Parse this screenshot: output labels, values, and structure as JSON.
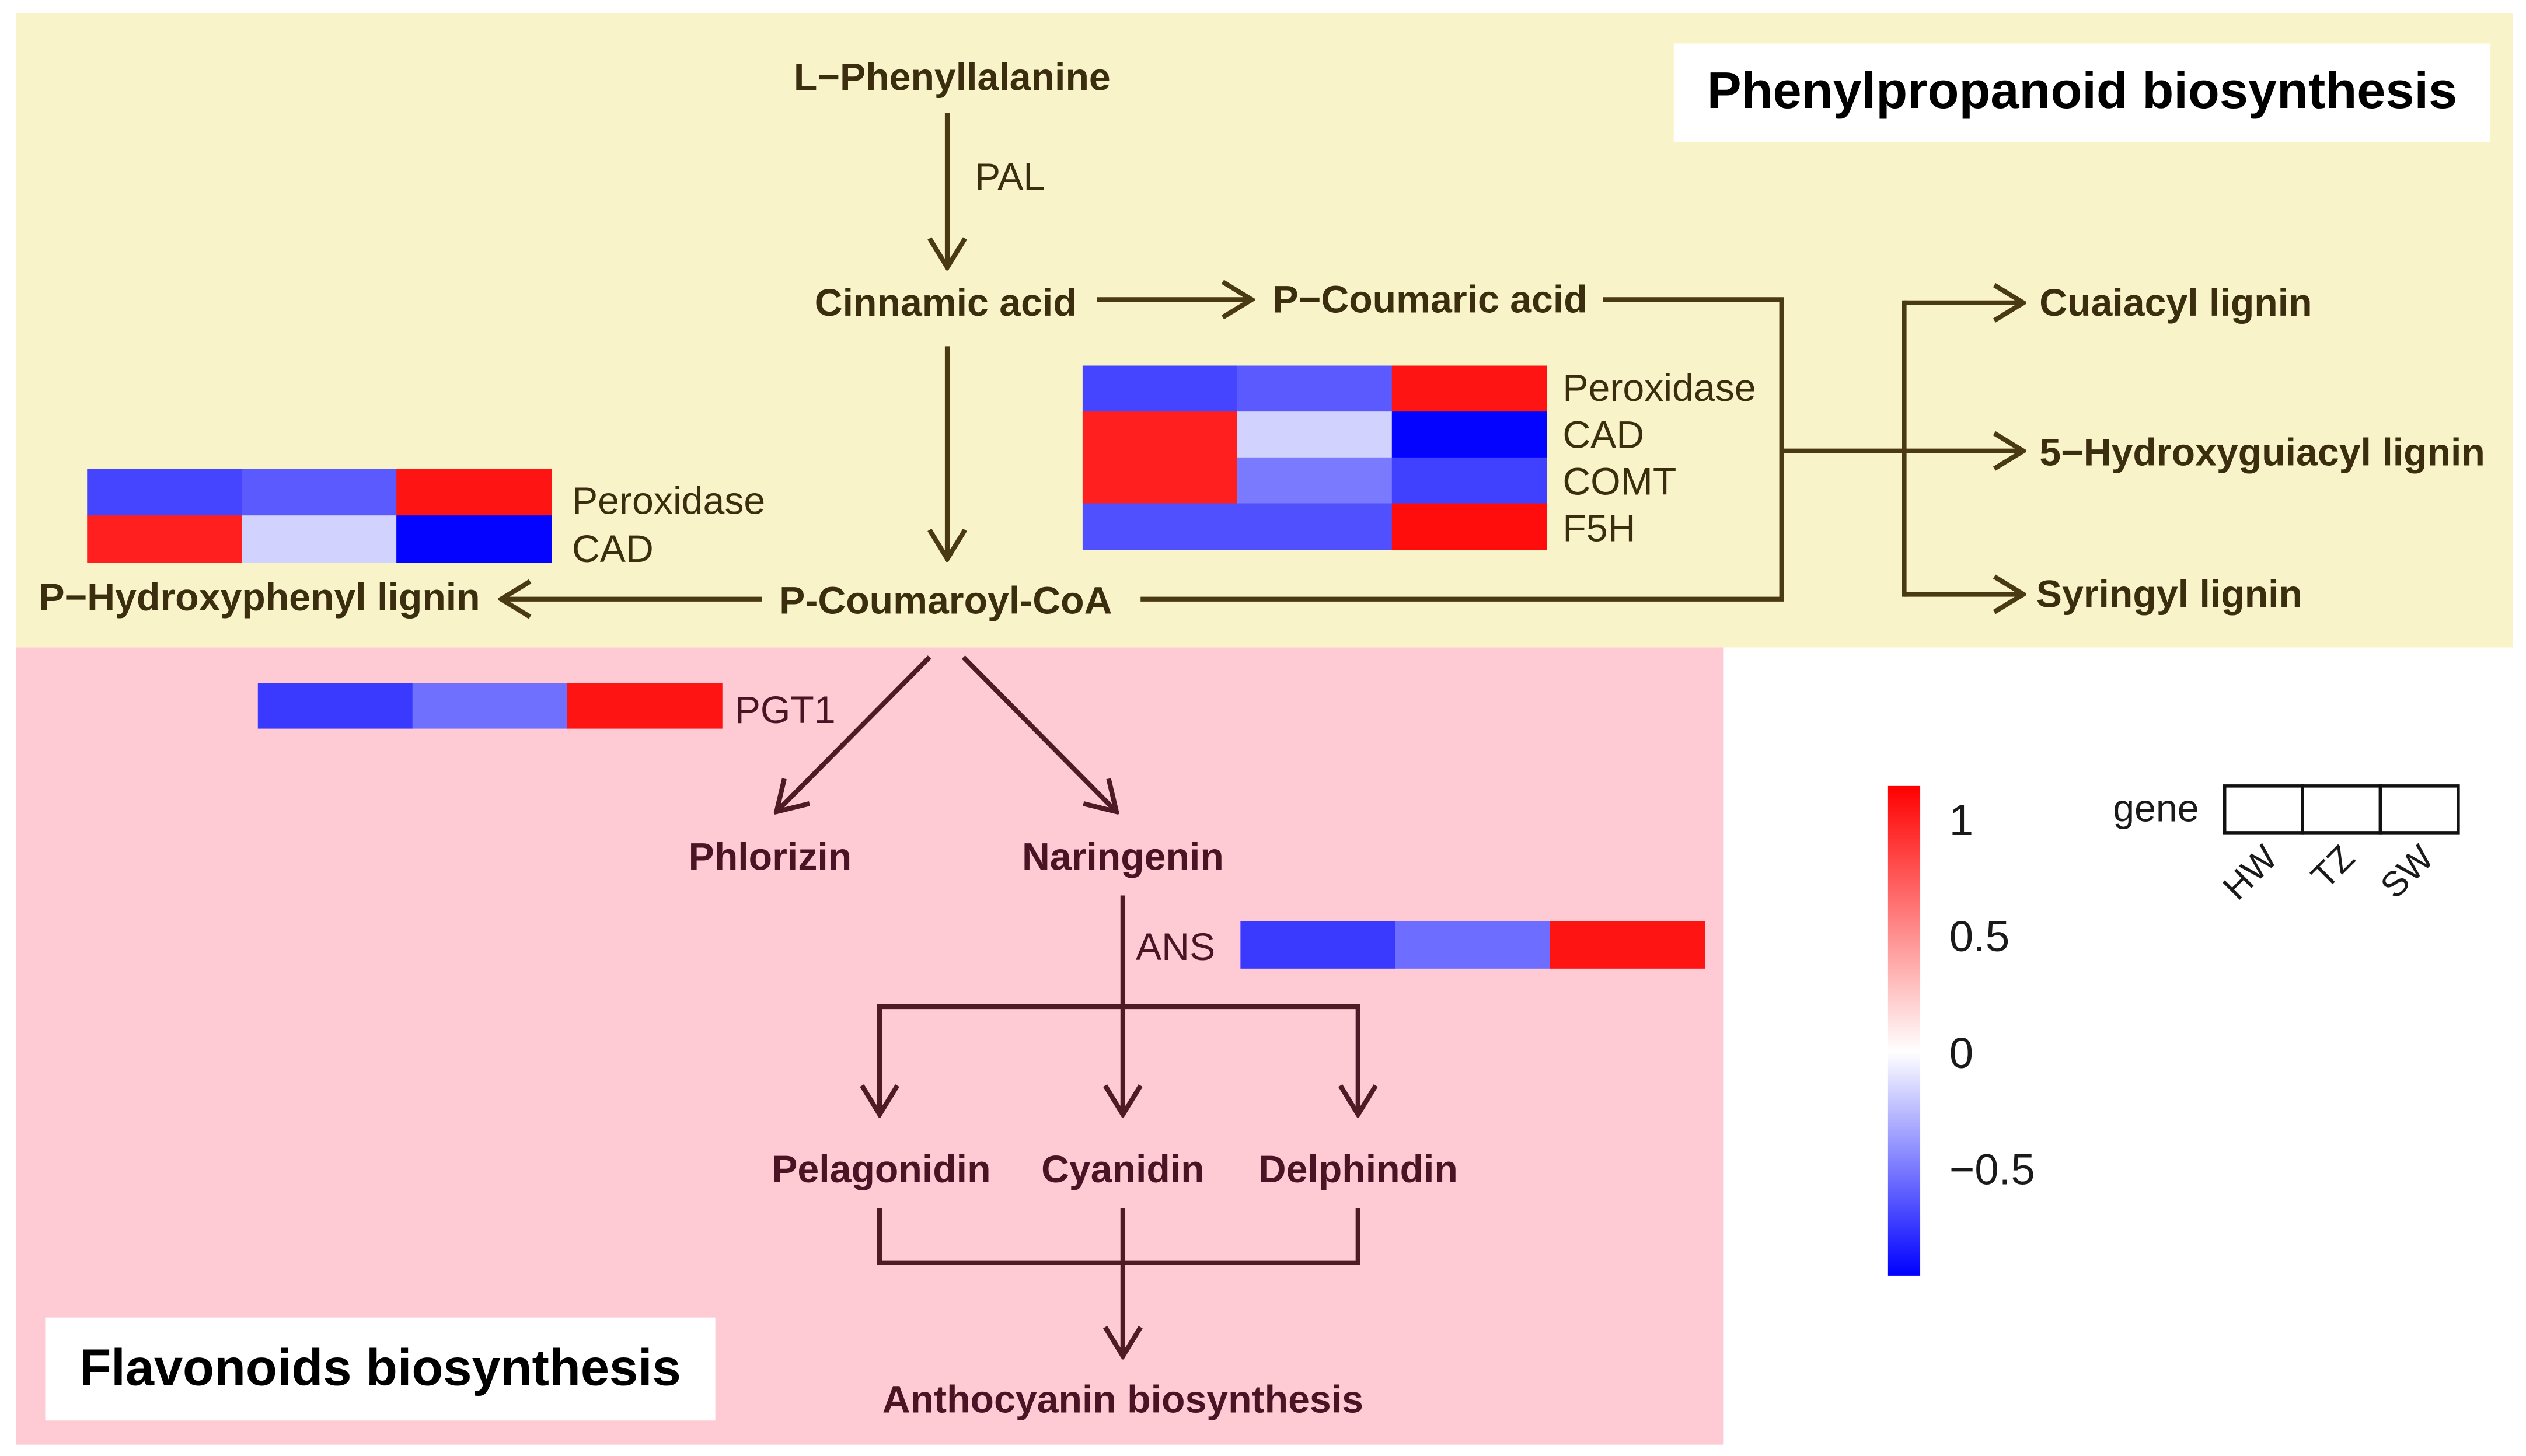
{
  "titles": {
    "phenylpropanoid": "Phenylpropanoid biosynthesis",
    "flavonoids": "Flavonoids biosynthesis"
  },
  "compounds": {
    "l_phenylalanine": "L−Phenyllalanine",
    "cinnamic_acid": "Cinnamic acid",
    "p_coumaric_acid": "P−Coumaric acid",
    "p_coumaroyl_coa": "P-Coumaroyl-CoA",
    "p_hydroxyphenyl_lignin": "P−Hydroxyphenyl lignin",
    "guaiacyl_lignin": "Cuaiacyl lignin",
    "hydroxyguaiacyl_lignin": "5−Hydroxyguiacyl lignin",
    "syringyl_lignin": "Syringyl lignin",
    "phlorizin": "Phlorizin",
    "naringenin": "Naringenin",
    "pelargonidin": "Pelagonidin",
    "cyanidin": "Cyanidin",
    "delphinidin": "Delphindin",
    "anthocyanin": "Anthocyanin biosynthesis"
  },
  "enzymes": {
    "pal": "PAL"
  },
  "heatmaps": {
    "lignin_branch": {
      "rows": [
        {
          "gene": "Peroxidase",
          "values": [
            -0.7,
            -0.62,
            1.05
          ]
        },
        {
          "gene": "CAD",
          "values": [
            1.0,
            -0.17,
            -0.95
          ]
        },
        {
          "gene": "COMT",
          "values": [
            1.0,
            -0.5,
            -0.72
          ]
        },
        {
          "gene": "F5H",
          "values": [
            -0.66,
            -0.66,
            1.08
          ]
        }
      ]
    },
    "p_hydroxyphenyl": {
      "rows": [
        {
          "gene": "Peroxidase",
          "values": [
            -0.7,
            -0.62,
            1.05
          ]
        },
        {
          "gene": "CAD",
          "values": [
            1.0,
            -0.17,
            -0.95
          ]
        }
      ]
    },
    "pgt1": {
      "rows": [
        {
          "gene": "PGT1",
          "values": [
            -0.74,
            -0.54,
            1.05
          ]
        }
      ]
    },
    "ans": {
      "rows": [
        {
          "gene": "ANS",
          "values": [
            -0.74,
            -0.55,
            1.05
          ]
        }
      ]
    }
  },
  "legend": {
    "color_scale": {
      "min": -0.96,
      "max": 1.14,
      "low": "#0000ff",
      "mid": "#ffffff",
      "high": "#ff0000"
    },
    "ticks": [
      {
        "label": "1",
        "value": 1
      },
      {
        "label": "0.5",
        "value": 0.5
      },
      {
        "label": "0",
        "value": 0
      },
      {
        "label": "−0.5",
        "value": -0.5
      }
    ],
    "gene_label": "gene",
    "columns": [
      "HW",
      "TZ",
      "SW"
    ]
  },
  "colors": {
    "phenylpropanoid_bg": "#f9f3ca",
    "flavonoids_bg": "#fecbd4",
    "phenylpropanoid_ink": "#4a3a12",
    "flavonoids_ink": "#4e1a26",
    "title_box": "#ffffff"
  }
}
